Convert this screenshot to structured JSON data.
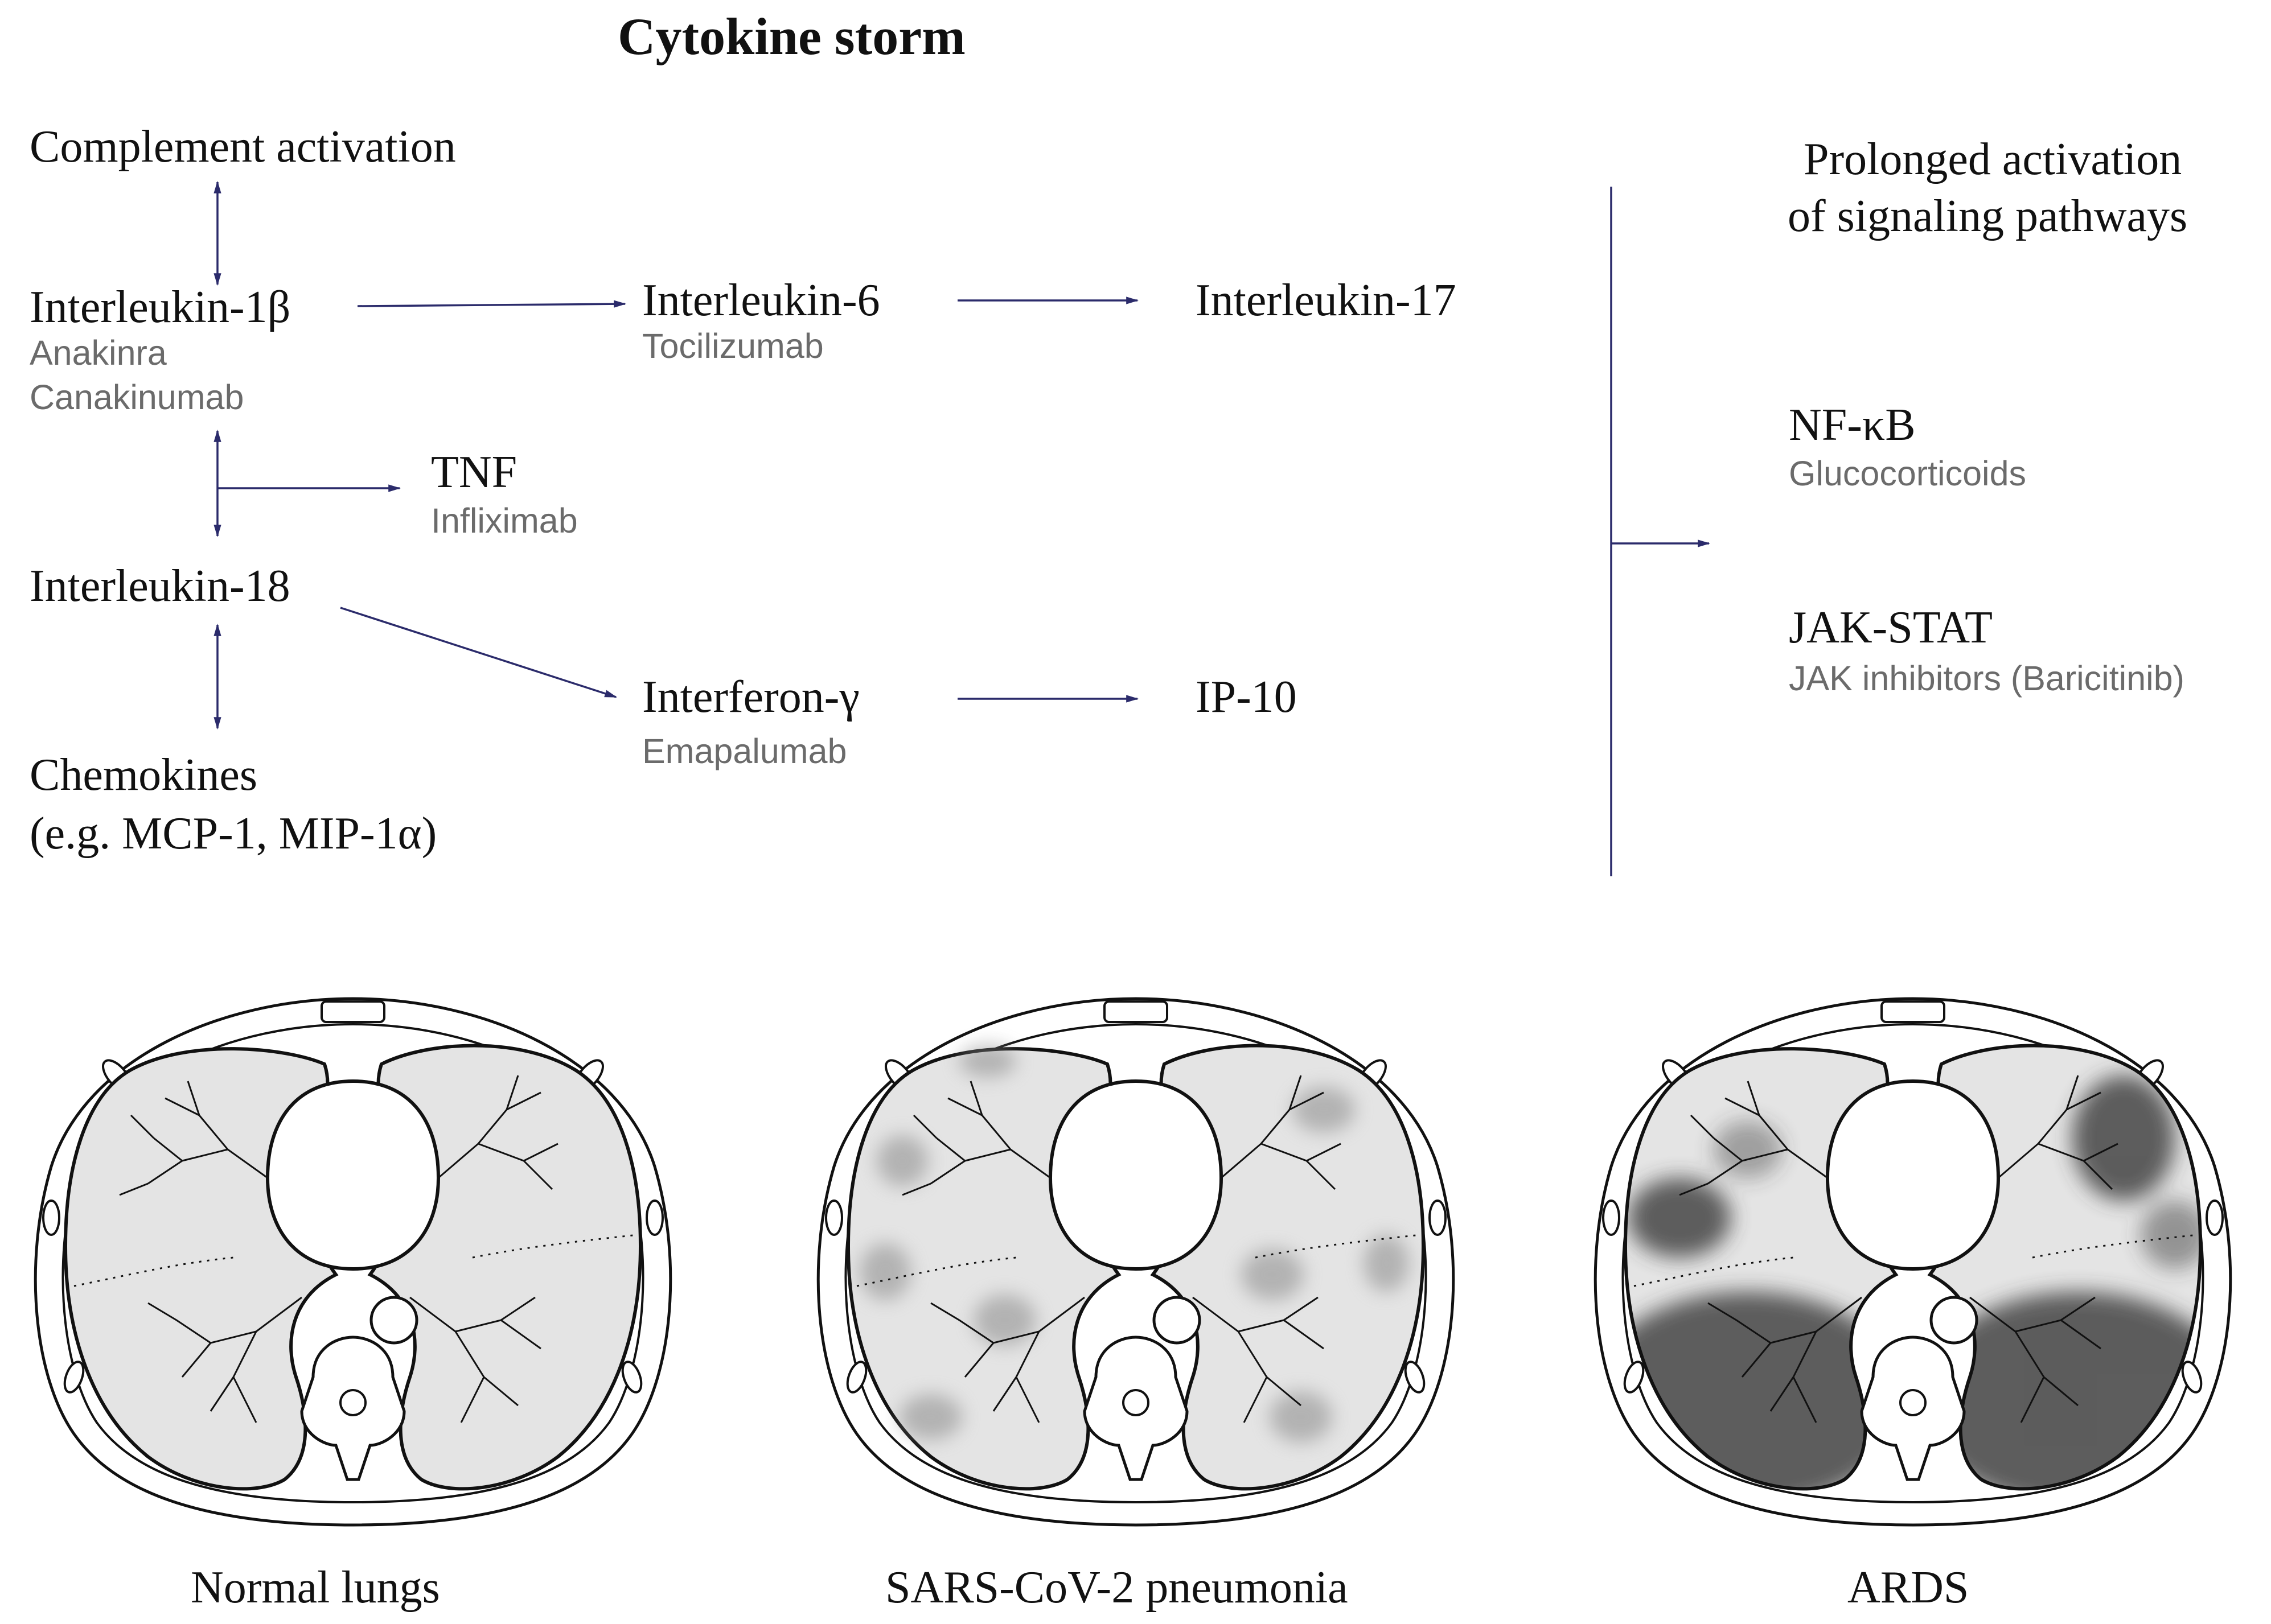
{
  "title": "Cytokine storm",
  "nodes": {
    "complement": "Complement activation",
    "il1b": "Interleukin-1β",
    "il1b_drug1": "Anakinra",
    "il1b_drug2": "Canakinumab",
    "il6": "Interleukin-6",
    "il6_drug": "Tocilizumab",
    "il17": "Interleukin-17",
    "tnf": "TNF",
    "tnf_drug": "Infliximab",
    "il18": "Interleukin-18",
    "ifng": "Interferon-γ",
    "ifng_drug": "Emapalumab",
    "ip10": "IP-10",
    "chemokines_line1": "Chemokines",
    "chemokines_line2": "(e.g. MCP-1, MIP-1α)"
  },
  "pathways": {
    "heading_line1": "Prolonged activation",
    "heading_line2": "of signaling pathways",
    "nfkb": "NF-κB",
    "nfkb_drug": "Glucocorticoids",
    "jakstat": "JAK-STAT",
    "jakstat_drug": "JAK inhibitors (Baricitinib)"
  },
  "panels": [
    {
      "caption": "Normal lungs"
    },
    {
      "caption": "SARS-CoV-2 pneumonia"
    },
    {
      "caption": "ARDS"
    }
  ],
  "colors": {
    "arrow": "#2b2b6b",
    "lung_fill": "#e4e4e4",
    "outline": "#111111",
    "drug_text": "#6b6b6b"
  }
}
